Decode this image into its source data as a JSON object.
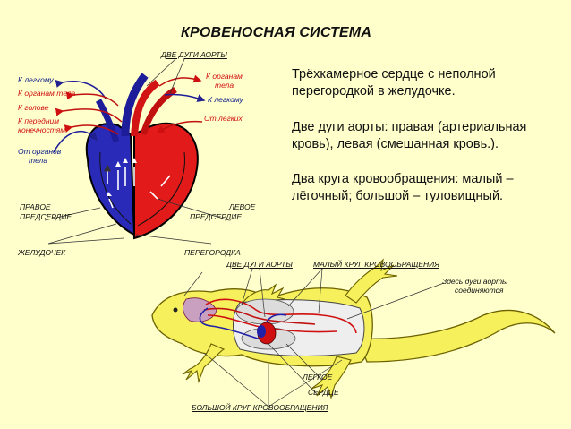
{
  "title": "КРОВЕНОСНАЯ СИСТЕМА",
  "description": {
    "p1_line1": "Трёхкамерное сердце с неполной",
    "p1_line2": "перегородкой в желудочке.",
    "p2_line1": "Две дуги аорты: правая (артериальная",
    "p2_line2": "кровь), левая (смешанная кровь.).",
    "p3_line1": "Два круга кровообращения: малый –",
    "p3_line2": "лёгочный; большой – туловищный."
  },
  "heart_labels": {
    "two_aortic_arches": "ДВЕ ДУГИ АОРТЫ",
    "to_lung_left": "К легкому",
    "to_body_organs_left": "К органам тела",
    "to_head": "К голове",
    "to_front_limbs_1": "К передним",
    "to_front_limbs_2": "конечностям",
    "from_body_organs_1": "От органов",
    "from_body_organs_2": "тела",
    "to_body_organs_right_1": "К органам",
    "to_body_organs_right_2": "тела",
    "to_lung_right": "К легкому",
    "from_lungs": "От легких",
    "right_atrium_1": "ПРАВОЕ",
    "right_atrium_2": "ПРЕДСЕРДИЕ",
    "left_atrium_1": "ЛЕВОЕ",
    "left_atrium_2": "ПРЕДСЕРДИЕ",
    "ventricle": "ЖЕЛУДОЧЕК",
    "septum": "ПЕРЕГОРОДКА"
  },
  "lizard_labels": {
    "two_aortic_arches": "ДВЕ ДУГИ АОРТЫ",
    "pulmonary_circuit": "МАЛЫЙ КРУГ КРОВООБРАЩЕНИЯ",
    "arches_joined_1": "Здесь дуги аорты",
    "arches_joined_2": "соединяются",
    "lung": "ЛЕГКОЕ",
    "heart": "СЕРДЦЕ",
    "systemic_circuit": "БОЛЬШОЙ КРУГ КРОВООБРАЩЕНИЯ"
  },
  "colors": {
    "background": "#ffffcc",
    "arterial": "#e01818",
    "venous": "#2020b0",
    "lizard_body": "#f7f25a"
  }
}
